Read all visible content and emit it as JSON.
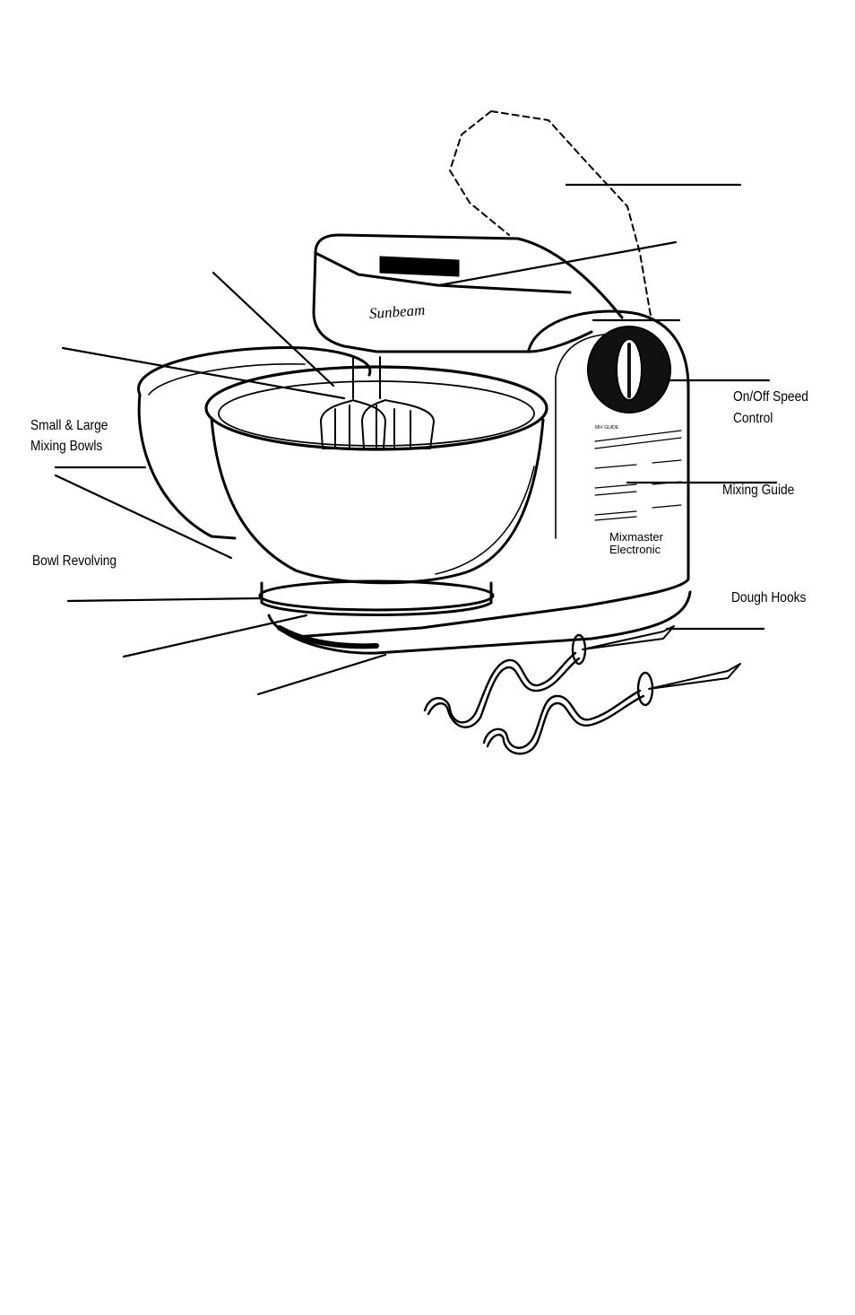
{
  "labels": {
    "small_large_bowls_line1": "Small & Large",
    "small_large_bowls_line2": "Mixing Bowls",
    "bowl_revolving": "Bowl Revolving",
    "speed_control_line1": "On/Off Speed",
    "speed_control_line2": "Control",
    "mixing_guide": "Mixing Guide",
    "dough_hooks": "Dough Hooks"
  },
  "product_text": {
    "brand": "Sunbeam",
    "model_line1": "Mixmaster",
    "model_line2": "Electronic",
    "mix_guide_header": "MIX GUIDE"
  },
  "colors": {
    "ink": "#000000",
    "paper": "#ffffff"
  }
}
